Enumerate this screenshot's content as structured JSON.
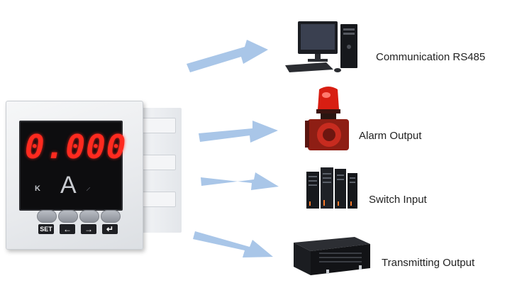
{
  "meter": {
    "reading": "0.000",
    "k_label": "K",
    "unit": "A",
    "keys": [
      {
        "label": "SET",
        "icon": "set-icon"
      },
      {
        "label": "←",
        "icon": "arrow-left-icon"
      },
      {
        "label": "→",
        "icon": "arrow-right-icon"
      },
      {
        "label": "↵",
        "icon": "enter-icon"
      }
    ],
    "display_color": "#ff2a1f"
  },
  "outputs": [
    {
      "label": "Communication RS485",
      "icon": "desktop-computer-icon"
    },
    {
      "label": "Alarm Output",
      "icon": "alarm-beacon-icon"
    },
    {
      "label": "Switch Input",
      "icon": "server-rack-icon"
    },
    {
      "label": "Transmitting Output",
      "icon": "rack-chassis-icon"
    }
  ],
  "colors": {
    "arrow": "#a9c6e8",
    "beacon": "#d81e12"
  }
}
